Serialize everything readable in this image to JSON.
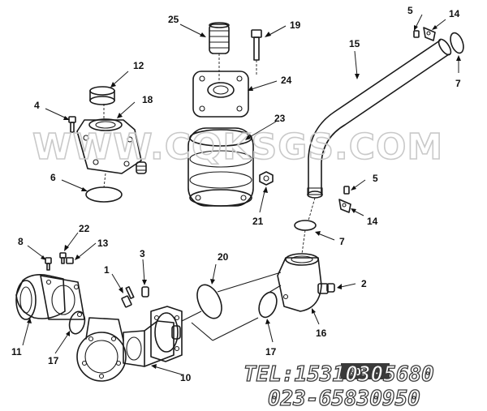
{
  "watermark": "WWW.CQKSGS.COM",
  "contact": {
    "tel": "TEL:15310305680",
    "phone": "023-65830950"
  },
  "stamp": "305",
  "callouts": [
    "1",
    "2",
    "3",
    "4",
    "5",
    "5",
    "6",
    "7",
    "7",
    "8",
    "10",
    "11",
    "12",
    "13",
    "14",
    "14",
    "15",
    "16",
    "17",
    "17",
    "18",
    "19",
    "20",
    "21",
    "22",
    "23",
    "24",
    "25"
  ]
}
